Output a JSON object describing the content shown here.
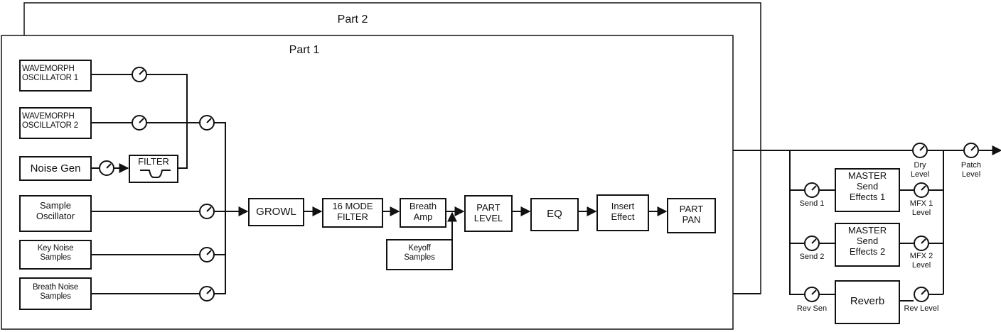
{
  "parts": {
    "part2_title": "Part 2",
    "part1_title": "Part 1"
  },
  "sources": [
    {
      "id": "wavemorph1",
      "label": "WAVEMORPH\nOSCILLATOR 1"
    },
    {
      "id": "wavemorph2",
      "label": "WAVEMORPH\nOSCILLATOR 2"
    },
    {
      "id": "noise-gen",
      "label": "Noise Gen"
    },
    {
      "id": "sample-osc",
      "label": "Sample\nOscillator"
    },
    {
      "id": "key-noise",
      "label": "Key Noise\nSamples"
    },
    {
      "id": "breath-noise",
      "label": "Breath Noise\nSamples"
    }
  ],
  "filter_label": "FILTER",
  "chain": [
    {
      "id": "growl",
      "label": "GROWL"
    },
    {
      "id": "mode-filter",
      "label": "16 MODE\nFILTER"
    },
    {
      "id": "breath-amp",
      "label": "Breath\nAmp"
    },
    {
      "id": "part-level",
      "label": "PART\nLEVEL"
    },
    {
      "id": "eq",
      "label": "EQ"
    },
    {
      "id": "insert-effect",
      "label": "Insert\nEffect"
    },
    {
      "id": "part-pan",
      "label": "PART\nPAN"
    }
  ],
  "keyoff_label": "Keyoff\nSamples",
  "master": {
    "send_fx1": "MASTER\nSend\nEffects 1",
    "send_fx2": "MASTER\nSend\nEffects 2",
    "reverb": "Reverb"
  },
  "knob_labels": {
    "dry_level": "Dry\nLevel",
    "patch_level": "Patch\nLevel",
    "send1": "Send 1",
    "mfx1_level": "MFX 1\nLevel",
    "send2": "Send 2",
    "mfx2_level": "MFX 2\nLevel",
    "rev_sen": "Rev Sen",
    "rev_level": "Rev Level"
  }
}
